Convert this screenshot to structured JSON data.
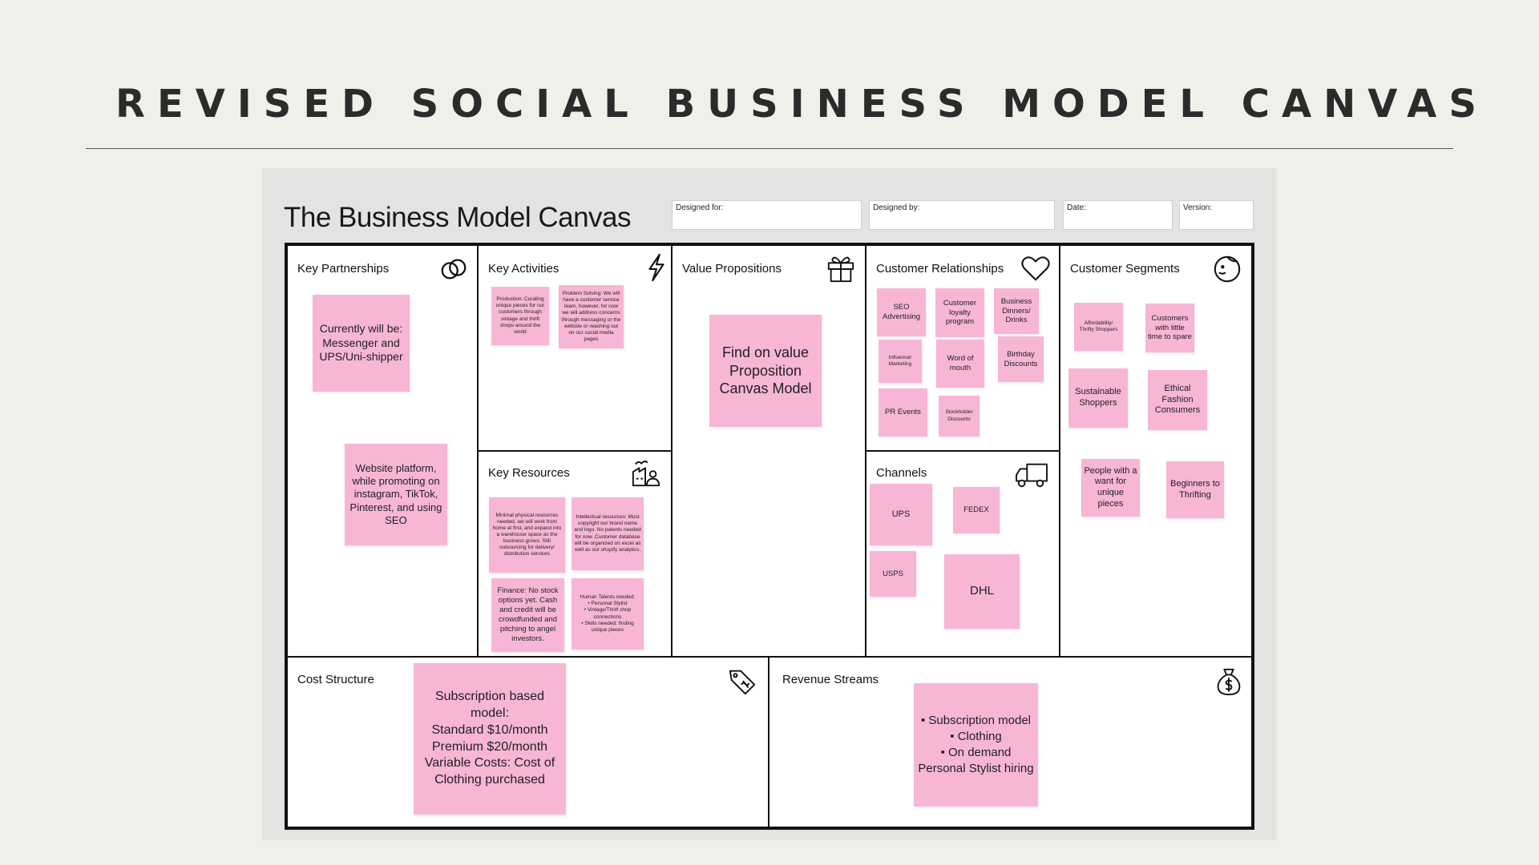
{
  "slide": {
    "title": "REVISED SOCIAL BUSINESS MODEL CANVAS"
  },
  "canvas": {
    "title": "The Business Model Canvas",
    "meta": {
      "designed_for": "Designed for:",
      "designed_by": "Designed by:",
      "date": "Date:",
      "version": "Version:"
    },
    "sections": {
      "key_partnerships": "Key Partnerships",
      "key_activities": "Key Activities",
      "key_resources": "Key Resources",
      "value_propositions": "Value Propositions",
      "customer_relationships": "Customer Relationships",
      "channels": "Channels",
      "customer_segments": "Customer Segments",
      "cost_structure": "Cost Structure",
      "revenue_streams": "Revenue Streams"
    },
    "icons": {
      "key_partnerships": "link-icon",
      "key_activities": "lightning-icon",
      "key_resources": "factory-worker-icon",
      "value_propositions": "gift-icon",
      "customer_relationships": "heart-icon",
      "channels": "truck-icon",
      "customer_segments": "face-icon",
      "cost_structure": "price-tag-icon",
      "revenue_streams": "money-bag-icon"
    },
    "note_color": "#f7b6d5",
    "notes": {
      "kp_messenger": "Currently will be: Messenger and UPS/Uni-shipper",
      "kp_website": "Website platform, while promoting on instagram, TikTok, Pinterest, and using SEO",
      "ka_production": "Production: Curating unique pieces for our customers through vintage and thrift shops around the world",
      "ka_problem": "Problem Solving: We will have a customer service team, however, for now we will address concerns through messaging or the website or reaching out on our social media pages",
      "kr_physical": "Minimal physical resources needed, we will work from home at first, and expand into a warehouse space as the business grows. Still outsourcing for delivery/ distribution services",
      "kr_intellectual": "Intellectual resources: Must copyright our brand name and logo. No patents needed for now. Customer database will be organized on excel as well as our shopify analytics.",
      "kr_finance": "Finance: No stock options yet. Cash and credit will be crowdfunded and pitching to angel investors.",
      "kr_human_title": "Human Talents needed:",
      "kr_human_items": [
        "Personal Stylist",
        "Vintage/Thrift shop connections",
        "Skills needed: finding unique pieces"
      ],
      "vp_main": "Find on value Proposition Canvas Model",
      "cr_seo": "SEO Advertising",
      "cr_loyalty": "Customer loyalty program",
      "cr_dinners": "Business Dinners/ Drinks",
      "cr_influencer": "Influencer Marketing",
      "cr_word": "Word of mouth",
      "cr_birthday": "Birthday Discounts",
      "cr_pr": "PR Events",
      "cr_stock": "Stockholder Discounts",
      "ch_ups": "UPS",
      "ch_fedex": "FEDEX",
      "ch_usps": "USPS",
      "ch_dhl": "DHL",
      "cs_afford": "Affordability/ Thrifty Shoppers",
      "cs_little_time": "Customers with little time to spare",
      "cs_sustainable": "Sustainable Shoppers",
      "cs_ethical": "Ethical Fashion Consumers",
      "cs_unique": "People with a want for unique pieces",
      "cs_beginners": "Beginners to Thrifting",
      "cost_title": "Subscription based model:",
      "cost_standard": "Standard $10/month",
      "cost_premium": "Premium $20/month",
      "cost_variable": "Variable Costs: Cost of Clothing purchased",
      "rev_items": [
        "Subscription model",
        "Clothing",
        "On demand Personal Stylist hiring"
      ]
    }
  }
}
